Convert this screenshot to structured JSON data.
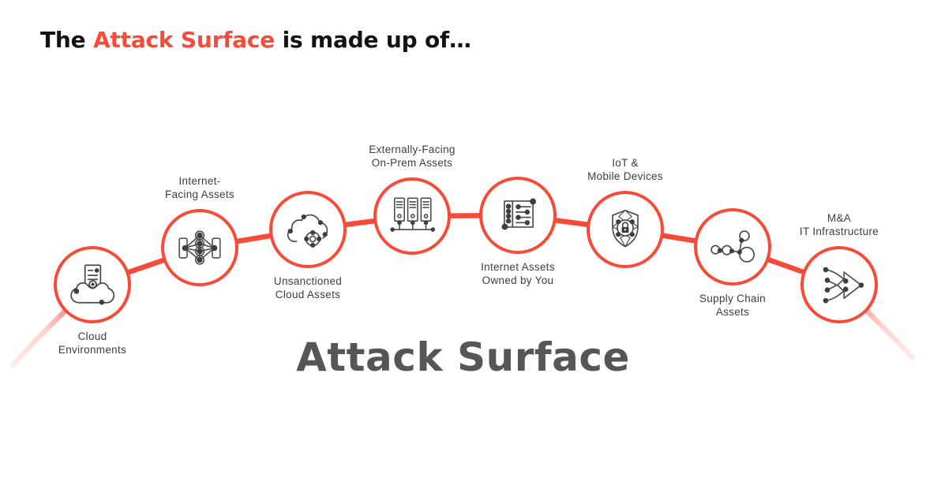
{
  "header": {
    "prefix": "The ",
    "highlight": "Attack Surface",
    "suffix": " is made up of…"
  },
  "diagram": {
    "center_title": "Attack Surface",
    "nodes": [
      {
        "id": "cloud-environments",
        "icon": "cloud-server-icon",
        "label_position": "below",
        "lines": [
          "Cloud",
          "Environments"
        ]
      },
      {
        "id": "internet-facing-assets",
        "icon": "load-balancer-network-icon",
        "label_position": "above",
        "lines": [
          "Internet-",
          "Facing Assets"
        ]
      },
      {
        "id": "unsanctioned-cloud-assets",
        "icon": "cloud-nodes-icon",
        "label_position": "below",
        "lines": [
          "Unsanctioned",
          "Cloud Assets"
        ]
      },
      {
        "id": "externally-facing-on-prem-assets",
        "icon": "server-racks-icon",
        "label_position": "above",
        "lines": [
          "Externally-Facing",
          "On-Prem Assets"
        ]
      },
      {
        "id": "internet-assets-owned-by-you",
        "icon": "asset-inventory-icon",
        "label_position": "below",
        "lines": [
          "Internet Assets",
          "Owned by You"
        ]
      },
      {
        "id": "iot-mobile-devices",
        "icon": "shield-lock-icon",
        "label_position": "above",
        "lines": [
          "IoT &",
          "Mobile Devices"
        ]
      },
      {
        "id": "supply-chain-assets",
        "icon": "linked-nodes-icon",
        "label_position": "below",
        "lines": [
          "Supply Chain",
          "Assets"
        ]
      },
      {
        "id": "ma-it-infrastructure",
        "icon": "merge-arrow-icon",
        "label_position": "above",
        "lines": [
          "M&A",
          "IT Infrastructure"
        ]
      }
    ]
  },
  "colors": {
    "accent_red": "#F84A38",
    "heading_black": "#131313",
    "center_gray": "#565656",
    "label_gray": "#3D3D3D",
    "icon_stroke": "#4A4A4A",
    "icon_dot": "#3E3E3E"
  }
}
